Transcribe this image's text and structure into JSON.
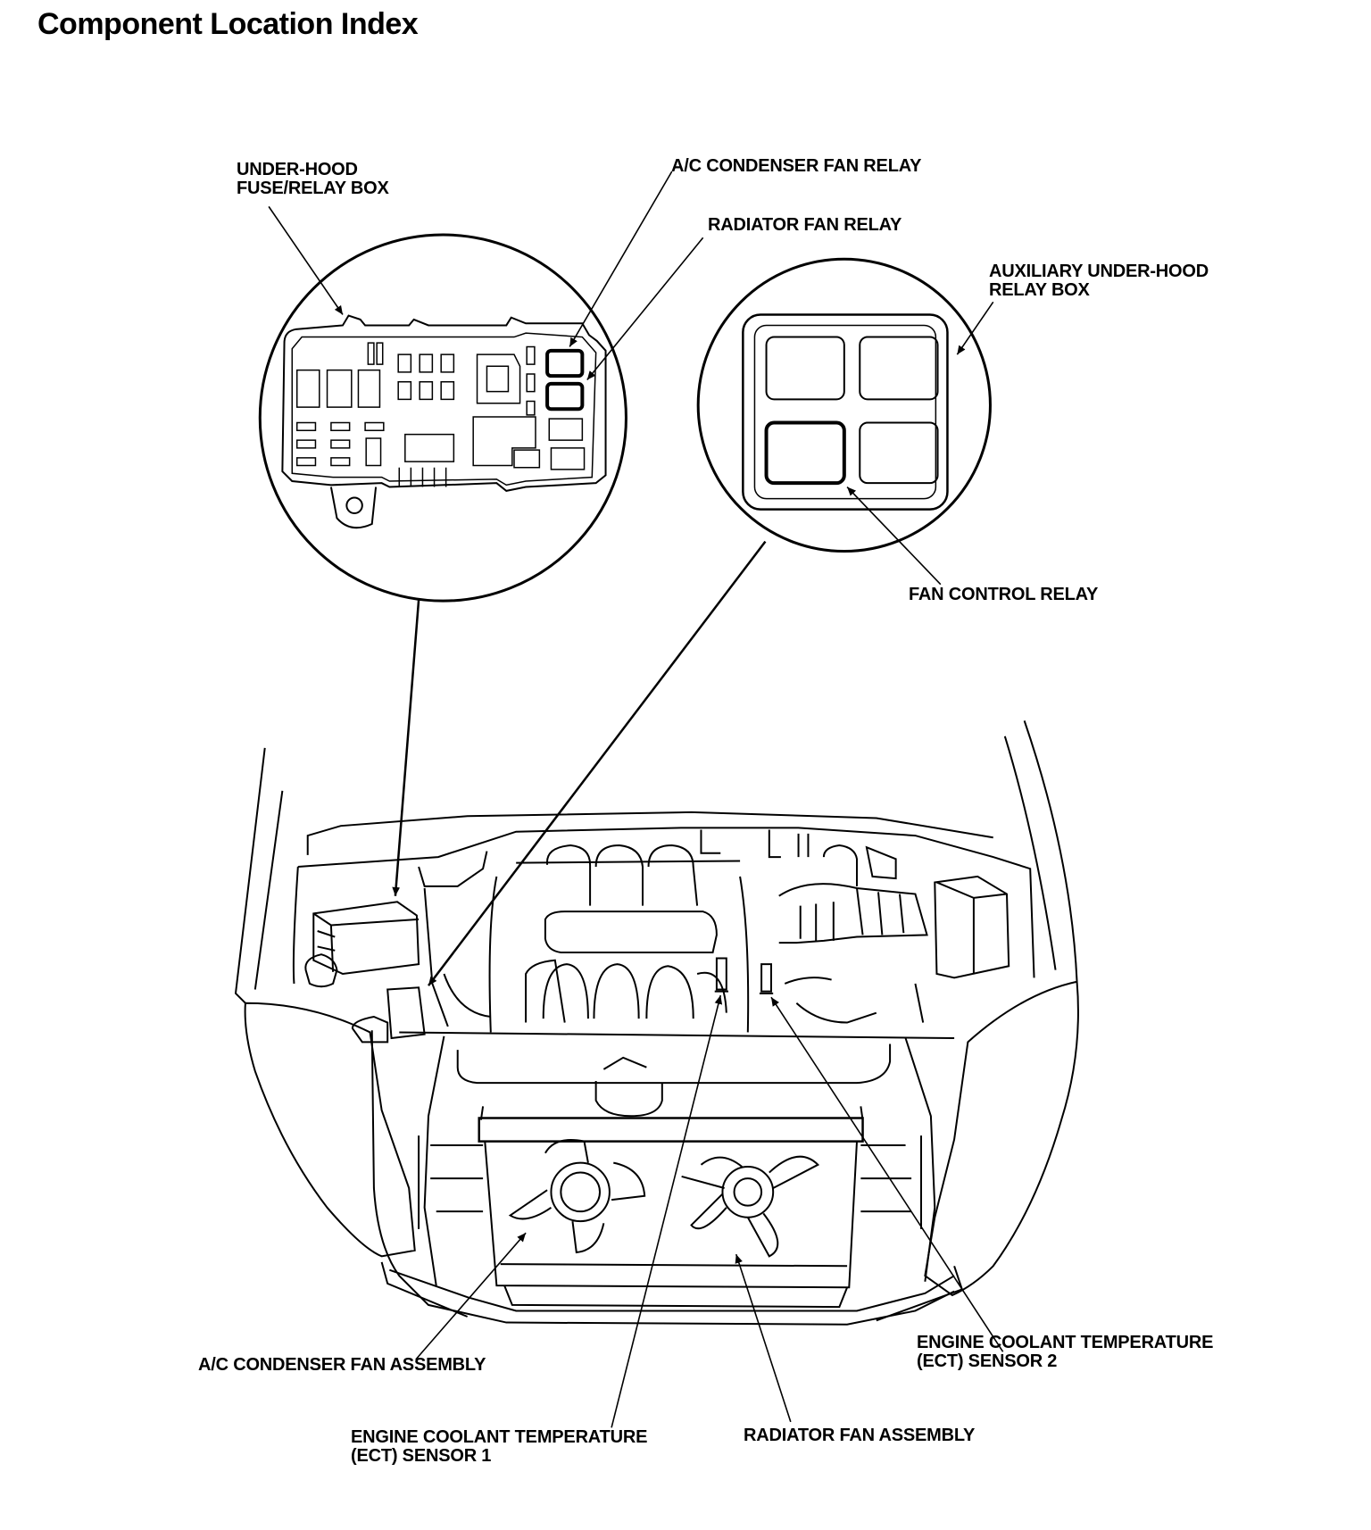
{
  "title": "Component Location Index",
  "callouts": {
    "under_hood_box": {
      "line1": "UNDER-HOOD",
      "line2": "FUSE/RELAY BOX"
    },
    "ac_condenser_fan_relay": "A/C CONDENSER FAN RELAY",
    "radiator_fan_relay": "RADIATOR FAN RELAY",
    "aux_relay_box": {
      "line1": "AUXILIARY UNDER-HOOD",
      "line2": "RELAY BOX"
    },
    "fan_control_relay": "FAN CONTROL RELAY",
    "ac_condenser_fan_assembly": "A/C CONDENSER FAN ASSEMBLY",
    "ect_sensor_1": {
      "line1": "ENGINE COOLANT TEMPERATURE",
      "line2": "(ECT) SENSOR 1"
    },
    "ect_sensor_2": {
      "line1": "ENGINE COOLANT TEMPERATURE",
      "line2": "(ECT) SENSOR 2"
    },
    "radiator_fan_assembly": "RADIATOR FAN ASSEMBLY"
  }
}
